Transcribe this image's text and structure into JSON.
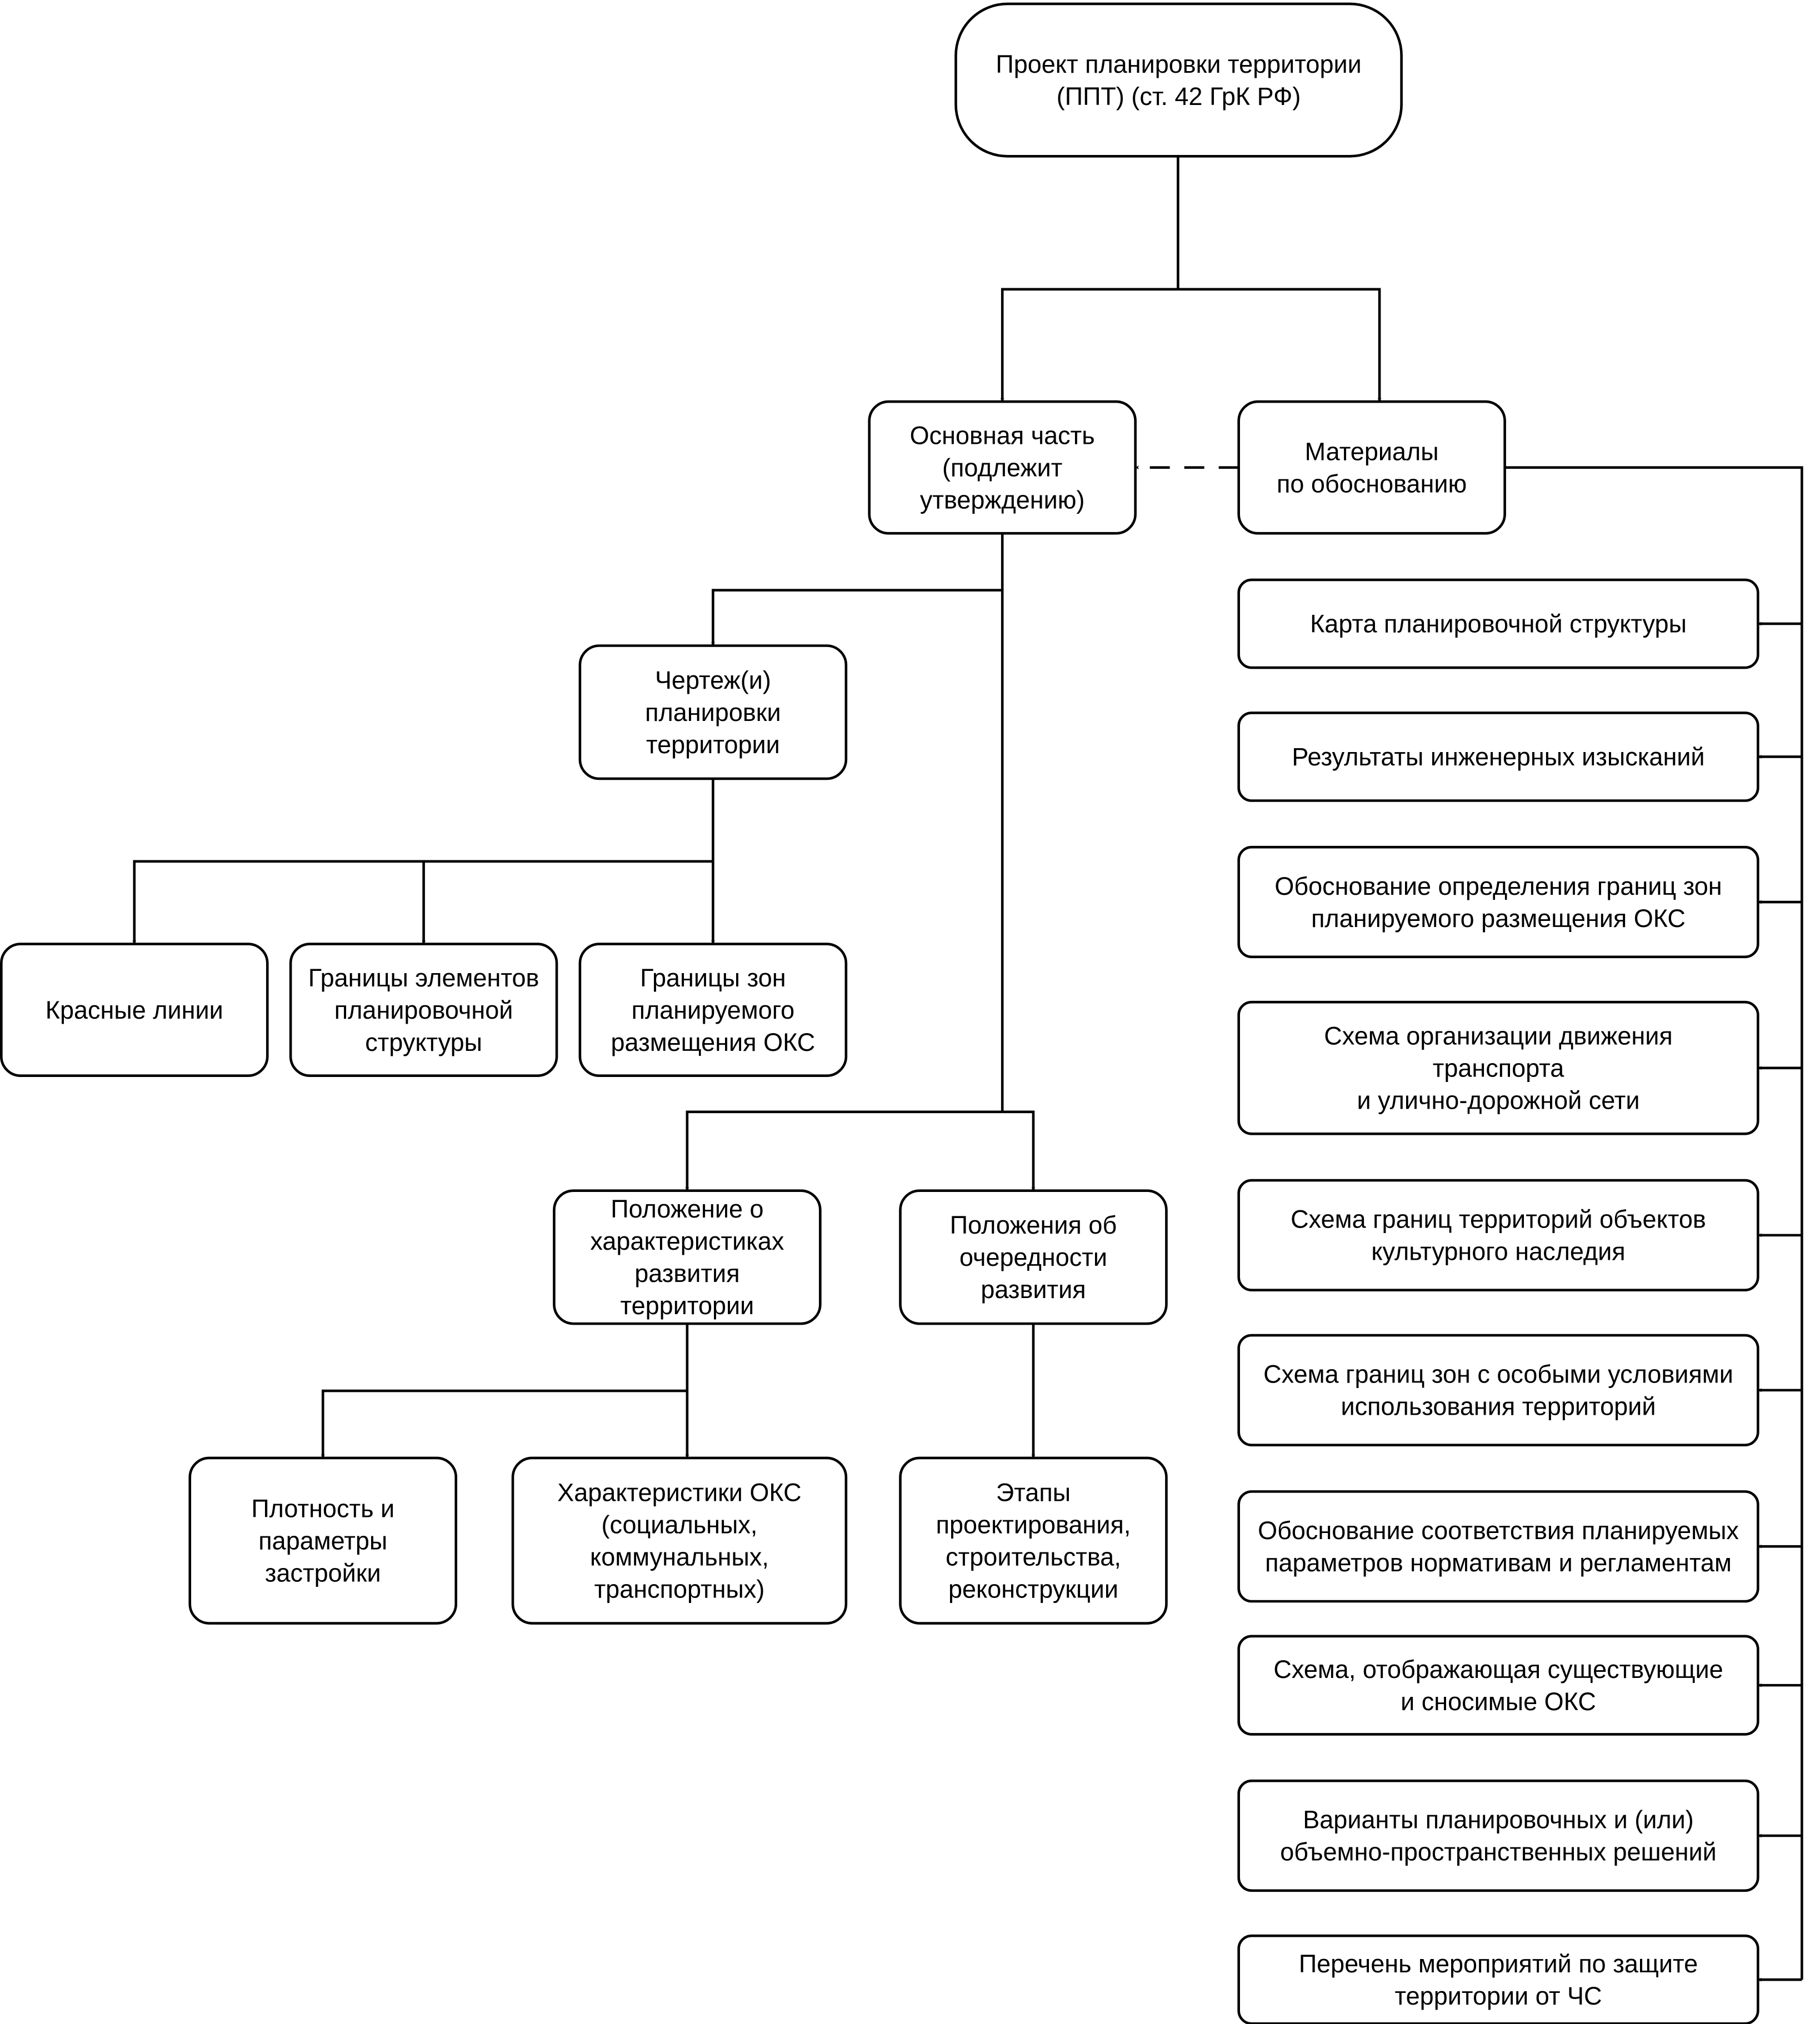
{
  "nodes": {
    "root": {
      "lines": [
        "Проект планировки территории",
        "(ППТ) (ст. 42 ГрК РФ)"
      ]
    },
    "main_part": {
      "lines": [
        "Основная часть",
        "(подлежит",
        "утверждению)"
      ]
    },
    "materials": {
      "lines": [
        "Материалы",
        "по обоснованию"
      ]
    },
    "drawings": {
      "lines": [
        "Чертеж(и)",
        "планировки",
        "территории"
      ]
    },
    "red_lines": {
      "lines": [
        "Красные линии"
      ]
    },
    "structure_borders": {
      "lines": [
        "Границы элементов",
        "планировочной",
        "структуры"
      ]
    },
    "oks_zones": {
      "lines": [
        "Границы зон",
        "планируемого",
        "размещения ОКС"
      ]
    },
    "characteristics": {
      "lines": [
        "Положение о",
        "характеристиках",
        "развития",
        "территории"
      ]
    },
    "stages": {
      "lines": [
        "Положения об",
        "очередности",
        "развития"
      ]
    },
    "density": {
      "lines": [
        "Плотность и",
        "параметры",
        "застройки"
      ]
    },
    "oks_characteristics": {
      "lines": [
        "Характеристики ОКС",
        "(социальных,",
        "коммунальных,",
        "транспортных)"
      ]
    },
    "stages_design": {
      "lines": [
        "Этапы",
        "проектирования,",
        "строительства,",
        "реконструкции"
      ]
    },
    "m1": {
      "lines": [
        "Карта планировочной структуры"
      ]
    },
    "m2": {
      "lines": [
        "Результаты инженерных изысканий"
      ]
    },
    "m3": {
      "lines": [
        "Обоснование определения границ зон",
        "планируемого размещения ОКС"
      ]
    },
    "m4": {
      "lines": [
        "Схема организации движения",
        "транспорта",
        "и улично-дорожной сети"
      ]
    },
    "m5": {
      "lines": [
        "Схема границ территорий объектов",
        "культурного наследия"
      ]
    },
    "m6": {
      "lines": [
        "Схема границ зон с особыми условиями",
        "использования территорий"
      ]
    },
    "m7": {
      "lines": [
        "Обоснование соответствия планируемых",
        "параметров нормативам и регламентам"
      ]
    },
    "m8": {
      "lines": [
        "Схема, отображающая существующие",
        "и сносимые ОКС"
      ]
    },
    "m9": {
      "lines": [
        "Варианты планировочных и (или)",
        "объемно-пространственных решений"
      ]
    },
    "m10": {
      "lines": [
        "Перечень мероприятий по защите",
        "территории от ЧС"
      ]
    }
  }
}
